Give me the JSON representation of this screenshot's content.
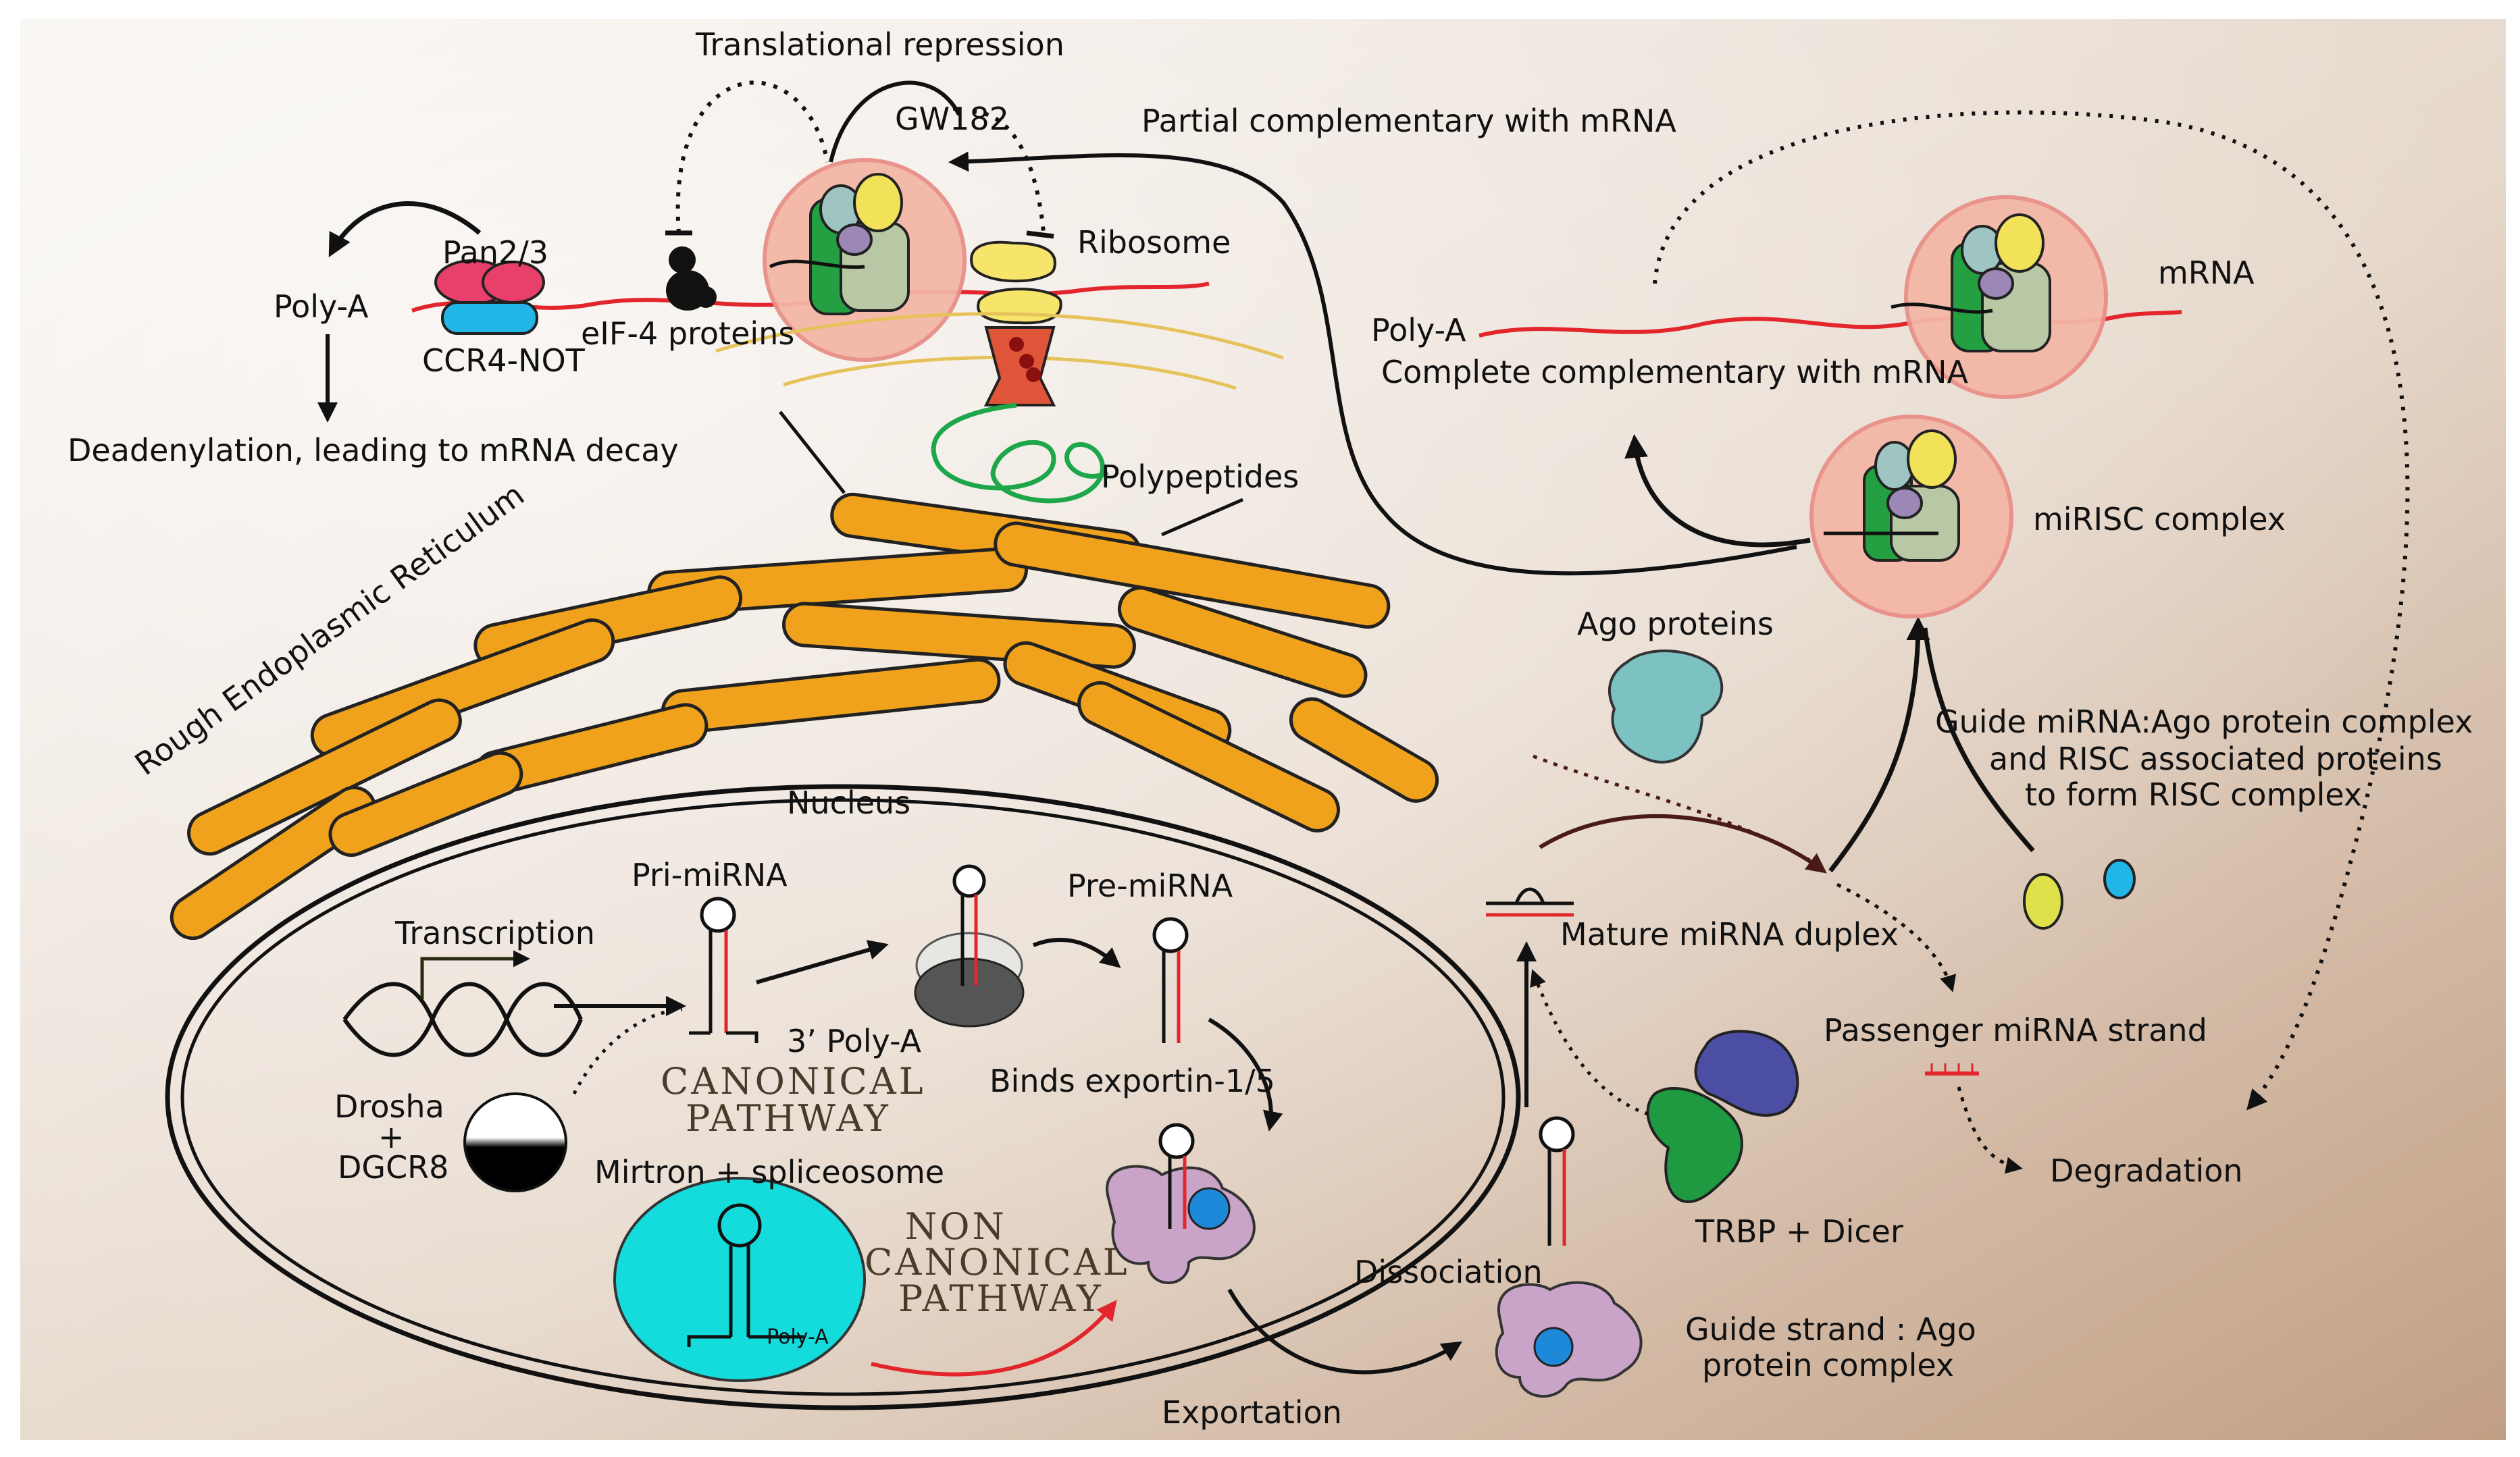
{
  "labels": {
    "translational_repression": "Translational repression",
    "gw182": "GW182",
    "partial_complementary": "Partial complementary with mRNA",
    "ribosome": "Ribosome",
    "pan23": "Pan2/3",
    "poly_a_left": "Poly-A",
    "ccr4_not": "CCR4-NOT",
    "eif4": "eIF-4 proteins",
    "deadenylation": "Deadenylation, leading to mRNA decay",
    "polypeptides": "Polypeptides",
    "rer": "Rough Endoplasmic Reticulum",
    "mrna": "mRNA",
    "poly_a_right": "Poly-A",
    "complete_complementary": "Complete complementary with mRNA",
    "mirisc": "miRISC complex",
    "ago_proteins": "Ago proteins",
    "guide_line1": "Guide miRNA:Ago protein complex",
    "guide_line2": "and RISC associated proteins",
    "guide_line3": "to form RISC complex",
    "nucleus": "Nucleus",
    "pri_mirna": "Pri-miRNA",
    "pre_mirna": "Pre-miRNA",
    "transcription": "Transcription",
    "poly_a_3": "3’ Poly-A",
    "canonical_line1": "CANONICAL",
    "canonical_line2": "PATHWAY",
    "binds_exportin": "Binds exportin-1/5",
    "drosha": "Drosha",
    "plus": "+",
    "dgcr8": "DGCR8",
    "mirtron": "Mirtron + spliceosome",
    "noncanon_line1": "NON",
    "noncanon_line2": "CANONICAL",
    "noncanon_line3": "PATHWAY",
    "poly_a_small": "Poly-A",
    "mature_duplex": "Mature miRNA duplex",
    "passenger": "Passenger miRNA strand",
    "degradation": "Degradation",
    "trbp_dicer": "TRBP + Dicer",
    "dissociation": "Dissociation",
    "guide_strand_line1": "Guide strand : Ago",
    "guide_strand_line2": "protein complex",
    "exportation": "Exportation"
  },
  "colors": {
    "background_left": "#f2ede7",
    "background_right": "#c9a78b",
    "er_orange": "#f0a21c",
    "mrna_red": "#e2262b",
    "risc_circle": "#f7c9b6",
    "ago_teal": "#7cc2c2",
    "dicer_blue": "#4b4ea3",
    "dicer_green": "#1f9a40",
    "exportin_purple": "#c9a3c8",
    "mirtron_cyan": "#14dcdc",
    "pan_pink": "#e8406a",
    "ccr4_cyan": "#22b6e6"
  }
}
